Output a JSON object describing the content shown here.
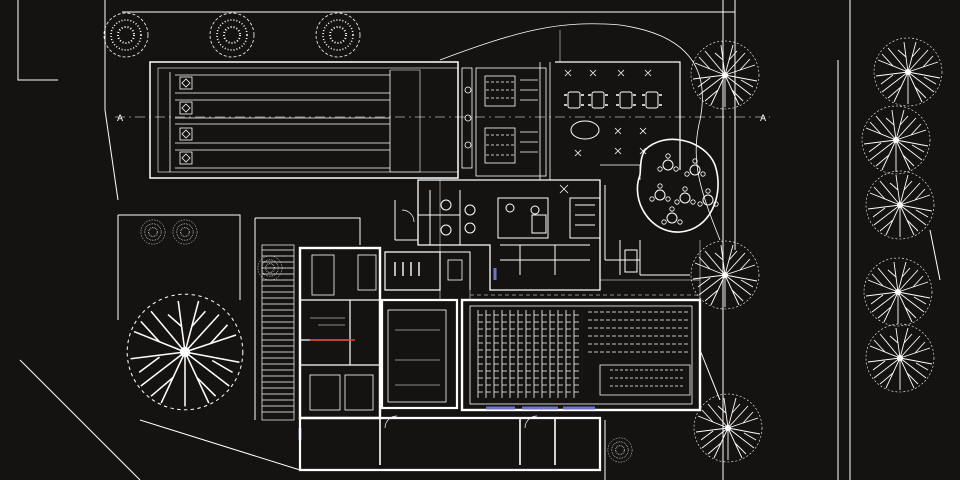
{
  "drawing": {
    "background_color": "#151312",
    "line_color": "#ffffff",
    "accent_color": "#6e74c8",
    "section_markers": [
      "A",
      "A"
    ]
  },
  "elements": {
    "bowling_lanes": 4,
    "street_trees_east": 5,
    "canopy_trees_west": 2,
    "cafe_tables": 10
  }
}
